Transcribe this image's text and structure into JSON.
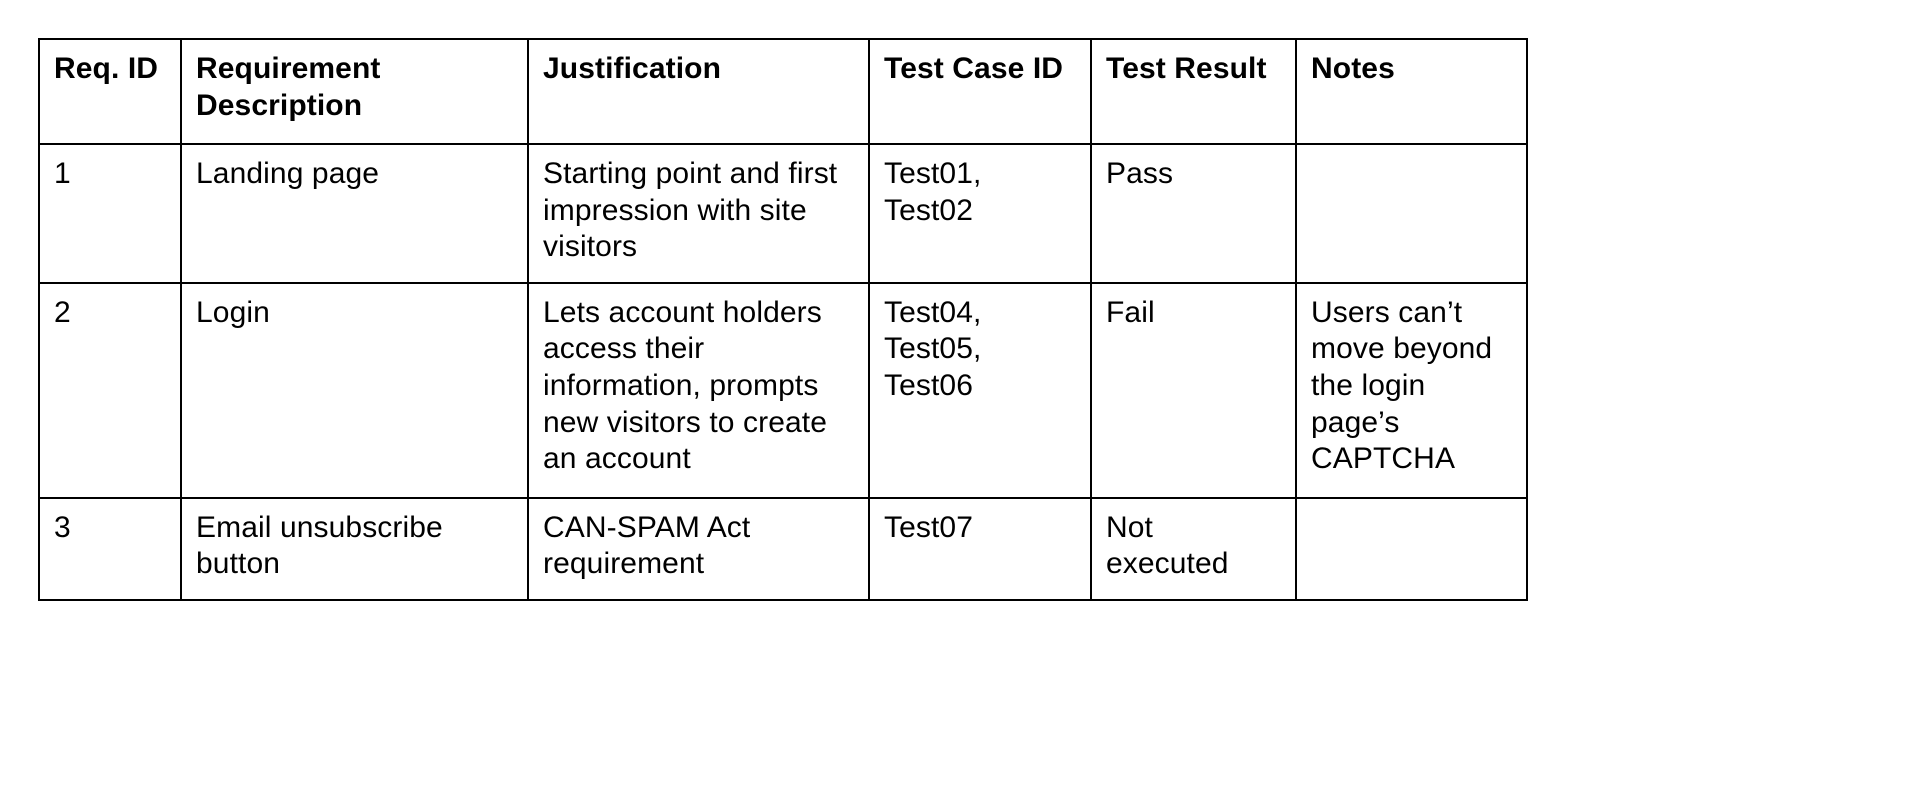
{
  "document": {
    "kind": "requirements-traceability-table",
    "background_color": "#ffffff",
    "text_color": "#000000",
    "border_color": "#000000"
  },
  "table": {
    "columns": [
      {
        "key": "req_id",
        "label": "Req. ID"
      },
      {
        "key": "requirement_description",
        "label": "Requirement Description"
      },
      {
        "key": "justification",
        "label": "Justification"
      },
      {
        "key": "test_case_id",
        "label": "Test Case ID"
      },
      {
        "key": "test_result",
        "label": "Test Result"
      },
      {
        "key": "notes",
        "label": "Notes"
      }
    ],
    "rows": [
      {
        "req_id": "1",
        "requirement_description": "Landing page",
        "justification": "Starting point and first impression with site visitors",
        "test_case_id": "Test01, Test02",
        "test_result": "Pass",
        "notes": ""
      },
      {
        "req_id": "2",
        "requirement_description": "Login",
        "justification": "Lets account holders access their information, prompts new visitors to create an account",
        "test_case_id": "Test04, Test05, Test06",
        "test_result": "Fail",
        "notes": "Users can’t move beyond the login page’s CAPTCHA"
      },
      {
        "req_id": "3",
        "requirement_description": "Email unsubscribe button",
        "justification": "CAN-SPAM Act requirement",
        "test_case_id": "Test07",
        "test_result": "Not executed",
        "notes": ""
      }
    ]
  }
}
